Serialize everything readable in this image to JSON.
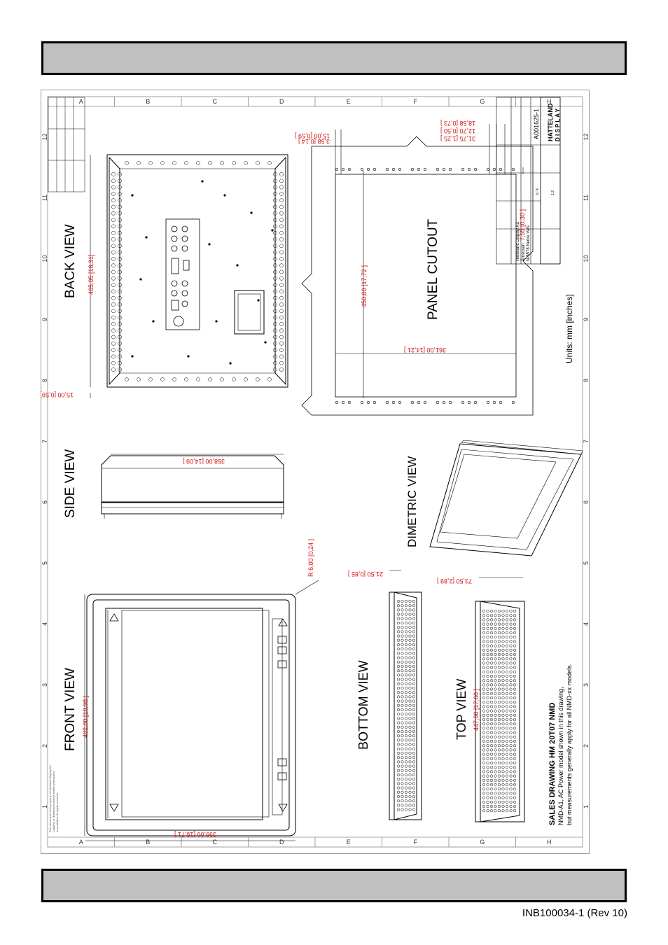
{
  "footer": {
    "doc_ref": "INB100034-1 (Rev 10)"
  },
  "grid": {
    "rows": [
      "A",
      "B",
      "C",
      "D",
      "E",
      "F",
      "G",
      "H"
    ],
    "cols": [
      "1",
      "2",
      "3",
      "4",
      "5",
      "6",
      "7",
      "8",
      "9",
      "10",
      "11",
      "12"
    ]
  },
  "views": {
    "front": "FRONT VIEW",
    "side": "SIDE VIEW",
    "back": "BACK VIEW",
    "bottom": "BOTTOM VIEW",
    "top": "TOP VIEW",
    "dimetric": "DIMETRIC VIEW",
    "panel_cutout": "PANEL CUTOUT"
  },
  "dims": {
    "front_h": "482,00  [18,98  ]",
    "front_w": "399,00  [15,71  ]",
    "radius": "R 6,00  [0,24  ]",
    "side_w": "358,00  [14,09  ]",
    "back_h": "465,05 [18,31]",
    "back_off": "15,00 [0,59]",
    "cut_h": "450,00  [17,72  ]",
    "cut_w": "361,00  [14,21  ]",
    "cut_a": "15,00  [0,59  ]",
    "cut_b": "3,58  [0,14  ]",
    "cut_c": "18,58  [0,73  ]",
    "cut_d": "12,70  [0,50  ]",
    "cut_e": "31,75  [1,25  ]",
    "cut_f": "7,55  [0,30  ]",
    "bottom_d": "21,50  [0,85  ]",
    "top_d": "73,50  [2,89  ]",
    "top_w": "447,00  [17,60  ]"
  },
  "units": "Units: mm [inches]",
  "sales": {
    "title": "SALES DRAWING HM 20T07 NMD",
    "line1": "NMD-A1, AC Power model shown in this drawing,",
    "line2": "but measurements generally apply for all NMD-xx models."
  },
  "title_block": {
    "brand_line1": "HATTELAND",
    "brand_line2": "D I S P L A Y",
    "drawing_no": "A001625-1",
    "company": "Hatteland Display AS",
    "address1": "Åmsosen",
    "address2": "N-5578 Nedre Vats",
    "sheet": "3 / 4",
    "scale": "1:2"
  },
  "colors": {
    "dim": "#d01010",
    "line": "#000000",
    "frame": "#9a9a9a",
    "banner": "#c0c0c0"
  }
}
